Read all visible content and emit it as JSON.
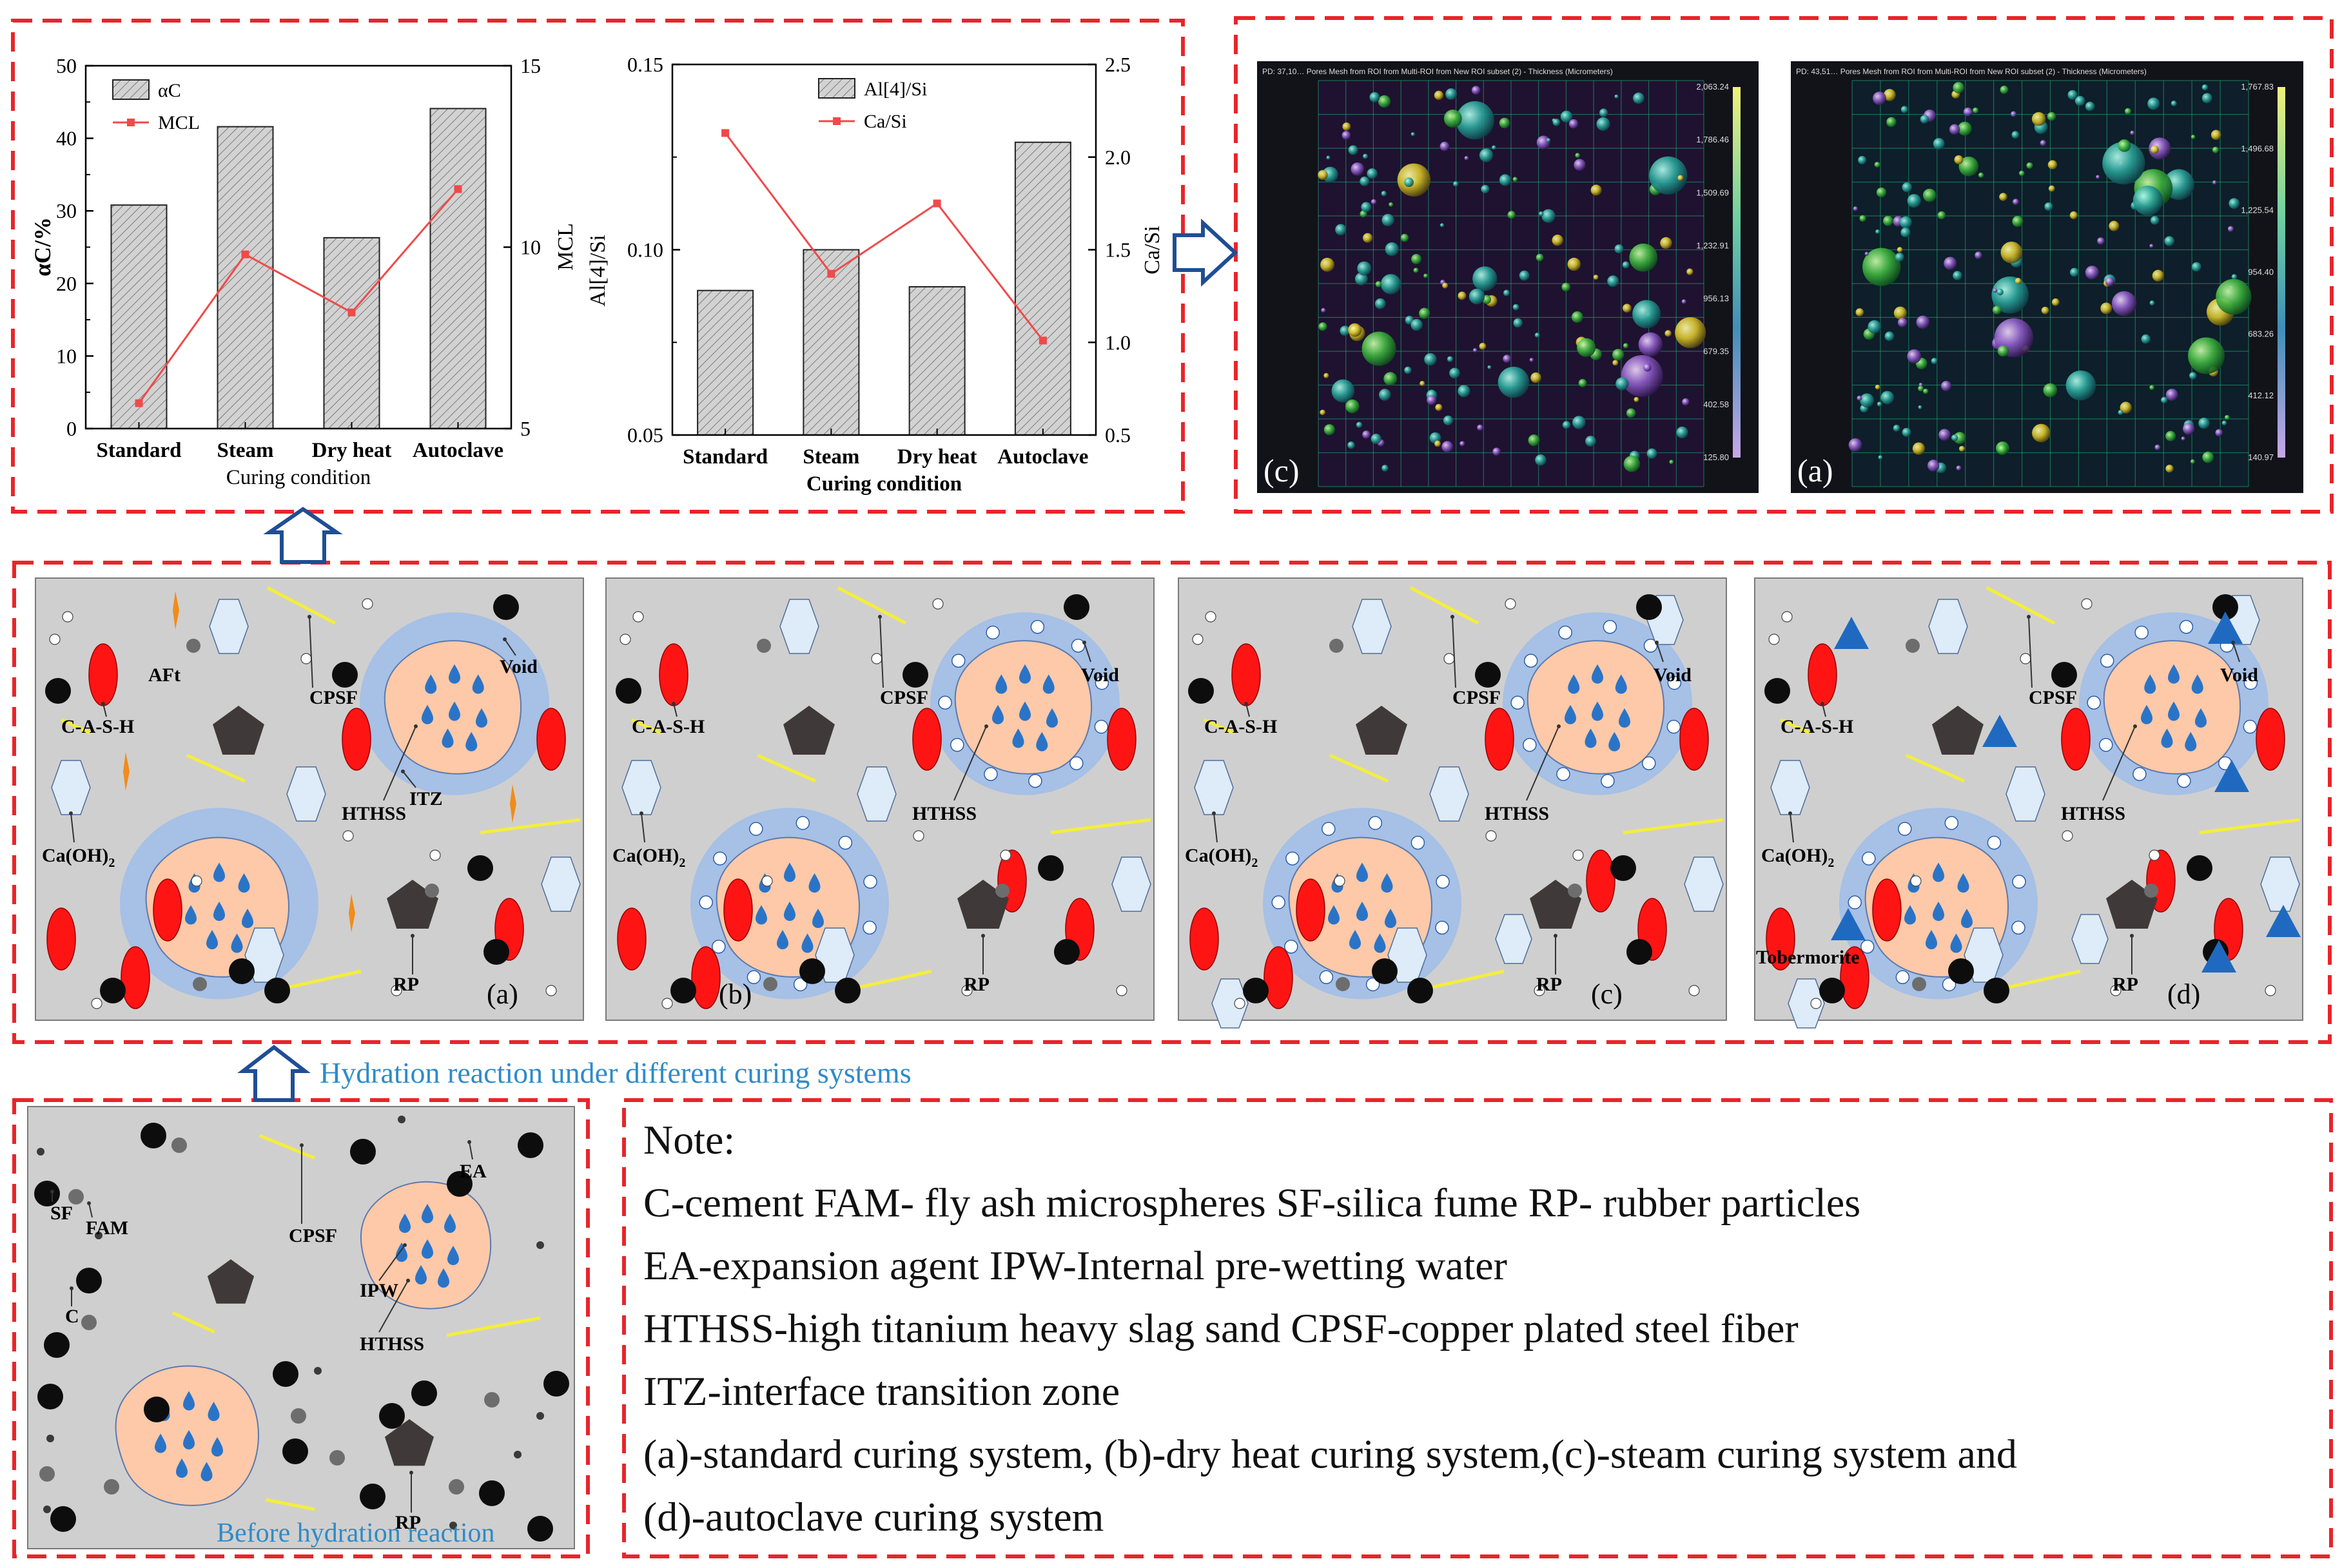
{
  "colors": {
    "frame": "#e8252a",
    "bar_fill": "#cfcfcf",
    "line_red": "#f04a4a",
    "panel_bg": "#d0cfcf",
    "itz_blue": "#a6c0e6",
    "hthss_peach": "#fdc9a8",
    "drop_blue": "#2a74c8",
    "csh_red": "#ff1414",
    "caoh_fill": "#deebf8",
    "fiber_yellow": "#f3ee3c",
    "tobermorite_blue": "#1f6ac0",
    "caption_blue": "#2e8bc8"
  },
  "chart_data": [
    {
      "type": "bar",
      "categories": [
        "Standard",
        "Steam",
        "Dry heat",
        "Autoclave"
      ],
      "series": [
        {
          "name": "αC",
          "kind": "bar",
          "axis": "left",
          "values": [
            30.8,
            41.6,
            26.3,
            44.1
          ]
        },
        {
          "name": "MCL",
          "kind": "line",
          "axis": "right",
          "values": [
            5.7,
            9.8,
            8.2,
            11.6
          ]
        }
      ],
      "xlabel": "Curing condition",
      "ylabel": "αC/%",
      "y2label": "MCL",
      "ylim": [
        0,
        50
      ],
      "yticks": [
        "0",
        "10",
        "20",
        "30",
        "40",
        "50"
      ],
      "y2lim": [
        5,
        15
      ],
      "y2ticks": [
        "5",
        "10",
        "15"
      ],
      "legend": "top-left",
      "grid": false
    },
    {
      "type": "bar",
      "categories": [
        "Standard",
        "Steam",
        "Dry heat",
        "Autoclave"
      ],
      "series": [
        {
          "name": "Al[4]/Si",
          "kind": "bar",
          "axis": "left",
          "values": [
            0.089,
            0.1,
            0.09,
            0.129
          ]
        },
        {
          "name": "Ca/Si",
          "kind": "line",
          "axis": "right",
          "values": [
            2.13,
            1.37,
            1.75,
            1.01
          ]
        }
      ],
      "xlabel": "Curing condition",
      "ylabel": "Al[4]/Si",
      "y2label": "Ca/Si",
      "ylim": [
        0.05,
        0.15
      ],
      "yticks": [
        "0.05",
        "0.10",
        "0.15"
      ],
      "y2lim": [
        0.5,
        2.5
      ],
      "y2ticks": [
        "0.5",
        "1.0",
        "1.5",
        "2.0",
        "2.5"
      ],
      "legend": "top-right",
      "grid": false
    }
  ],
  "ct": [
    {
      "header": "PD: 37,10…  Pores Mesh from ROI from Multi-ROI from New ROI subset (2) - Thickness (Micrometers)",
      "ticks": [
        "2,063.24",
        "1,786.46",
        "1,509.69",
        "1,232.91",
        "956.13",
        "679.35",
        "402.58",
        "125.80"
      ],
      "label": "(c)"
    },
    {
      "header": "PD: 43,51…  Pores Mesh from ROI from Multi-ROI from New ROI subset (2) - Thickness (Micrometers)",
      "ticks": [
        "1,767.83",
        "1,496.68",
        "1,225.54",
        "954.40",
        "683.26",
        "412.12",
        "140.97"
      ],
      "label": "(a)"
    }
  ],
  "middle": {
    "caption": "Hydration reaction  under different curing systems",
    "labels": {
      "aft": "AFt",
      "cpsf": "CPSF",
      "void": "Void",
      "csh": "C-A-S-H",
      "hthss": "HTHSS",
      "itz": "ITZ",
      "caoh": "Ca(OH)",
      "caoh_sub": "2",
      "rp": "RP",
      "tob": "Tobermorite"
    },
    "panel_labels": [
      "(a)",
      "(b)",
      "(c)",
      "(d)"
    ]
  },
  "bottom": {
    "caption": "Before hydration reaction",
    "labels": {
      "sf": "SF",
      "fam": "FAM",
      "c": "C",
      "cpsf": "CPSF",
      "ea": "EA",
      "ipw": "IPW",
      "hthss": "HTHSS",
      "rp": "RP"
    }
  },
  "note": {
    "lines": [
      "Note:",
      "C-cement  FAM- fly ash microspheres  SF-silica fume  RP- rubber particles",
      "EA-expansion agent    IPW-Internal pre-wetting water",
      "HTHSS-high titanium heavy slag sand   CPSF-copper plated steel fiber",
      "ITZ-interface transition zone",
      "(a)-standard curing system, (b)-dry heat curing system,(c)-steam curing system and",
      "(d)-autoclave curing system"
    ]
  }
}
